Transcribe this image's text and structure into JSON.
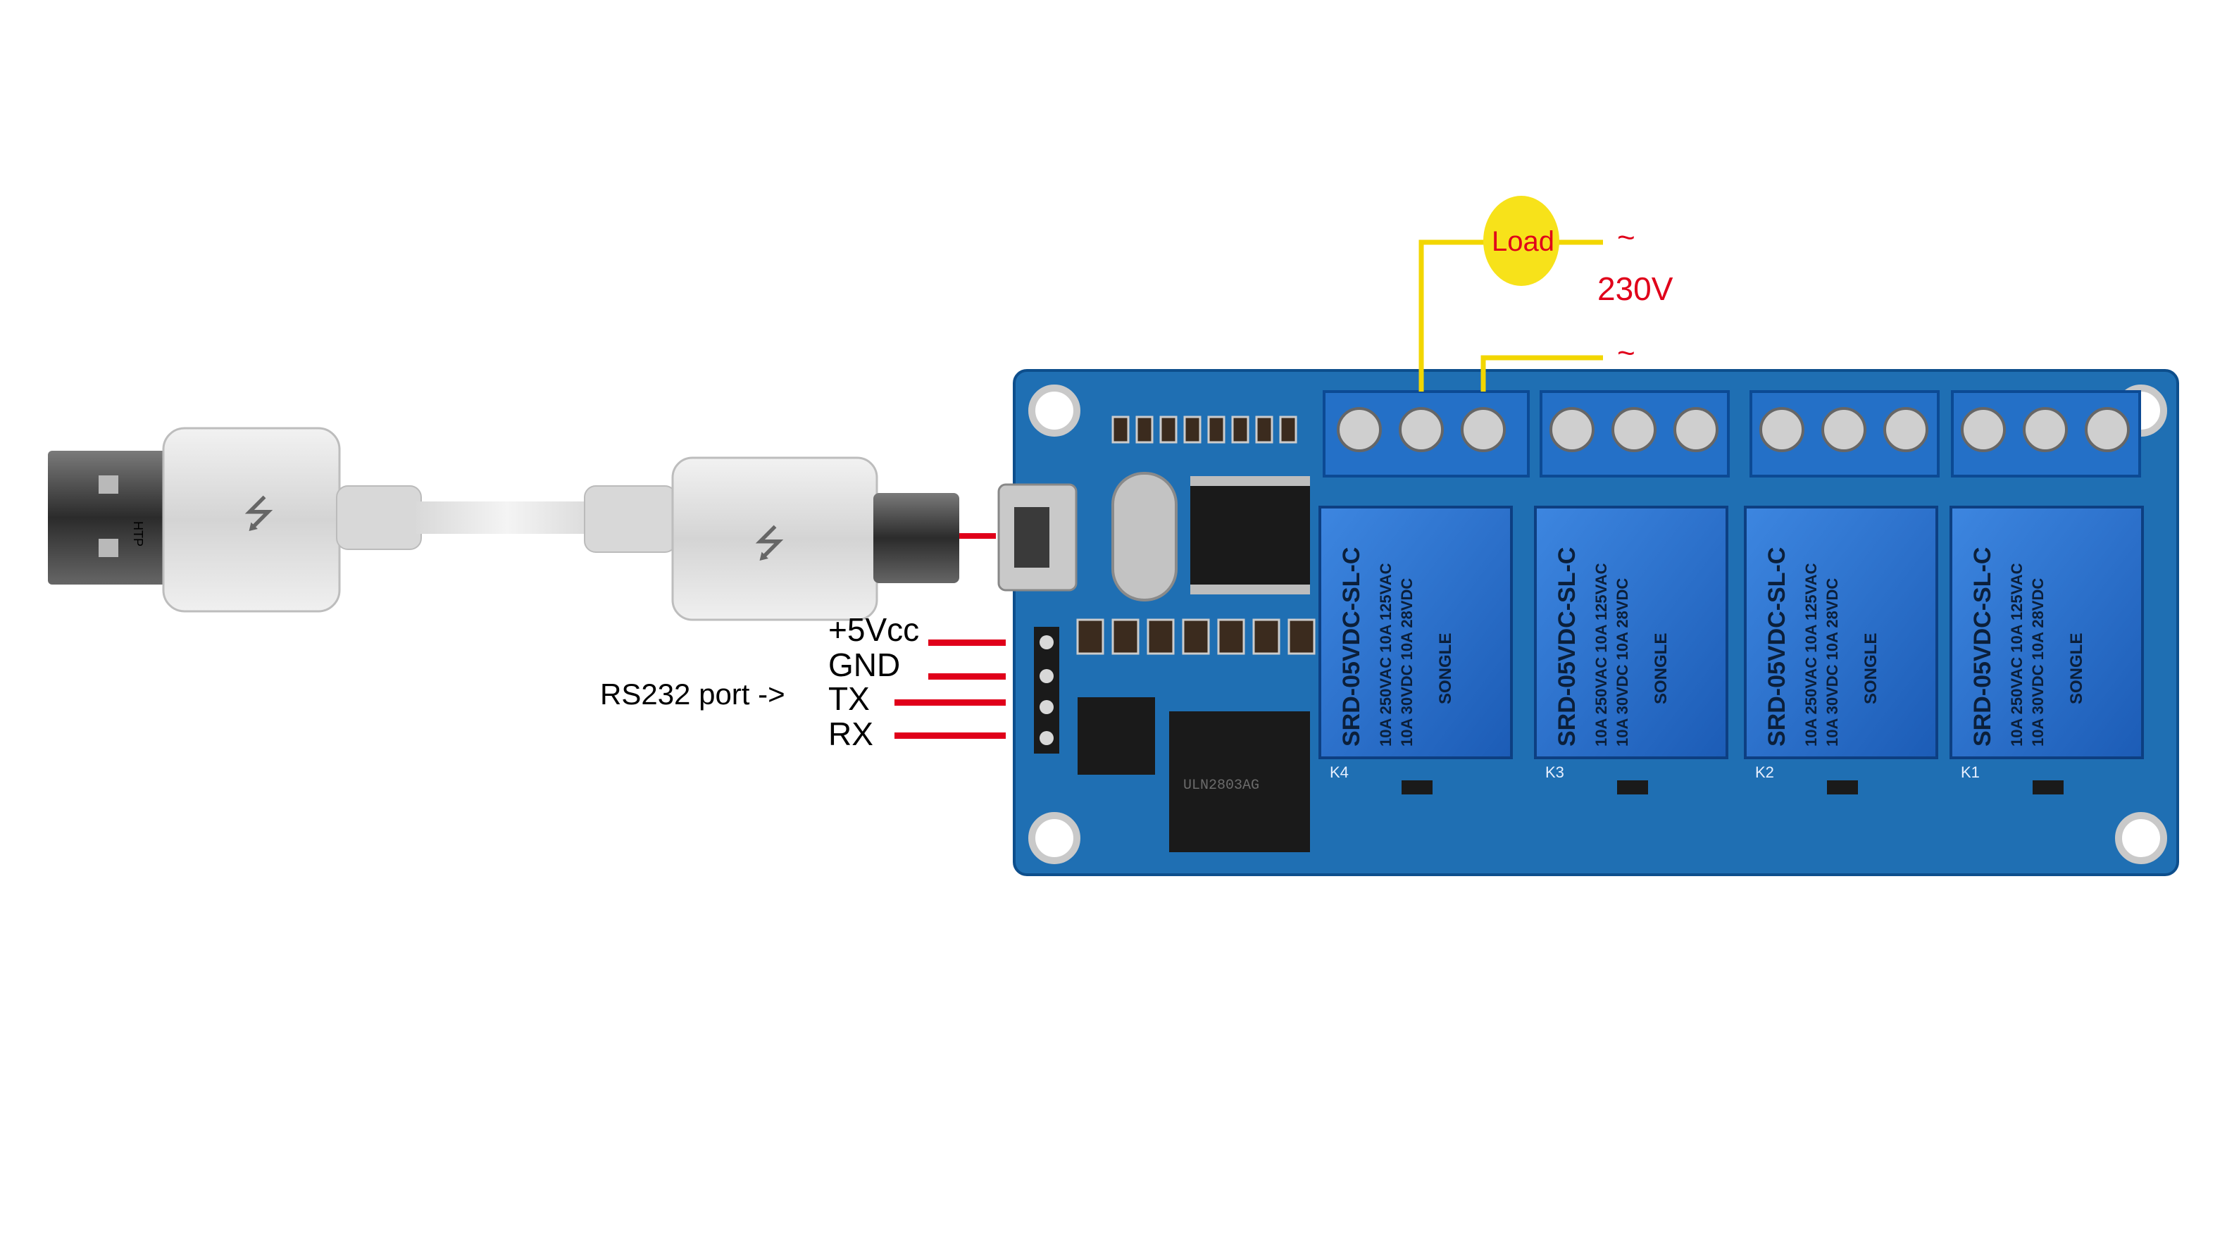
{
  "labels": {
    "rs232": "RS232 port ->",
    "vcc": "+5Vcc",
    "gnd": "GND",
    "tx": "TX",
    "rx": "RX",
    "load": "Load",
    "tilde_top": "~",
    "tilde_bottom": "~",
    "voltage": "230V"
  },
  "relays": [
    {
      "id": "K4",
      "model": "SRD-05VDC-SL-C",
      "rating1": "10A 250VAC  10A 125VAC",
      "rating2": "10A 30VDC  10A 28VDC",
      "brand": "SONGLE"
    },
    {
      "id": "K3",
      "model": "SRD-05VDC-SL-C",
      "rating1": "10A 250VAC  10A 125VAC",
      "rating2": "10A 30VDC  10A 28VDC",
      "brand": "SONGLE"
    },
    {
      "id": "K2",
      "model": "SRD-05VDC-SL-C",
      "rating1": "10A 250VAC  10A 125VAC",
      "rating2": "10A 30VDC  10A 28VDC",
      "brand": "SONGLE"
    },
    {
      "id": "K1",
      "model": "SRD-05VDC-SL-C",
      "rating1": "10A 250VAC  10A 125VAC",
      "rating2": "10A 30VDC  10A 28VDC",
      "brand": "SONGLE"
    }
  ],
  "chip_label": "ULN2803AG",
  "cable_text": "HTP",
  "colors": {
    "pcb": "#1f6fb3",
    "relay": "#2a6fd0",
    "terminal": "#2470c7",
    "wire_red": "#e0001a",
    "wire_yellow": "#f2d600",
    "load_fill": "#f7e21a",
    "load_text": "#e0001a"
  }
}
